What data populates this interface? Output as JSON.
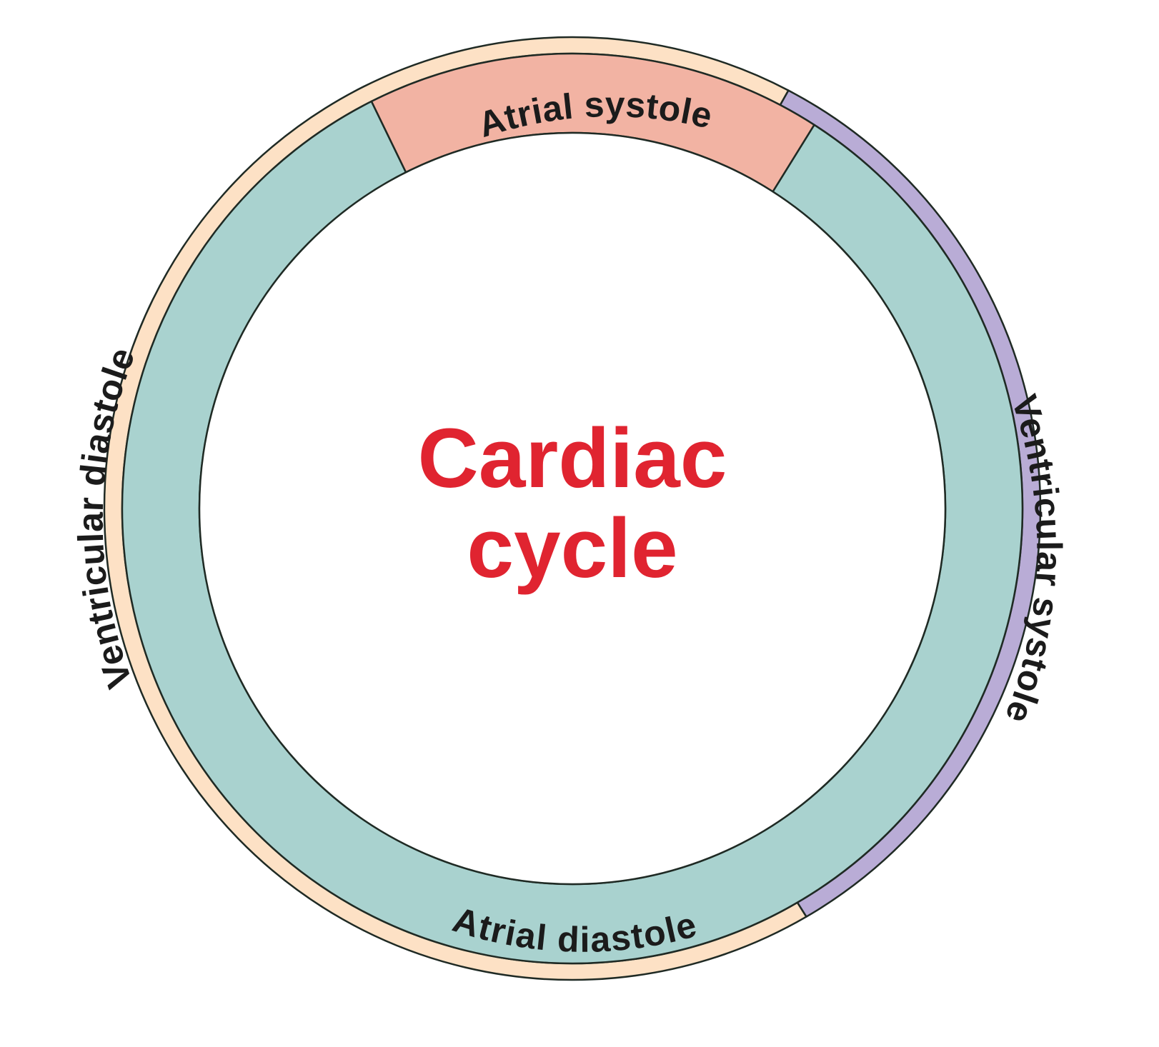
{
  "title": {
    "line1": "Cardiac",
    "line2": "cycle"
  },
  "outer_ring": {
    "ventricular_diastole": "Ventricular diastole",
    "ventricular_systole": "Ventricular systole"
  },
  "inner_ring": {
    "atrial_systole": "Atrial systole",
    "atrial_diastole": "Atrial diastole"
  },
  "colors": {
    "ventricular_diastole": "#fde1c5",
    "ventricular_systole": "#b9acd6",
    "atrial_systole": "#f2b3a3",
    "atrial_diastole": "#a9d2cf",
    "title": "#e02430",
    "outline": "#1f2a24"
  }
}
